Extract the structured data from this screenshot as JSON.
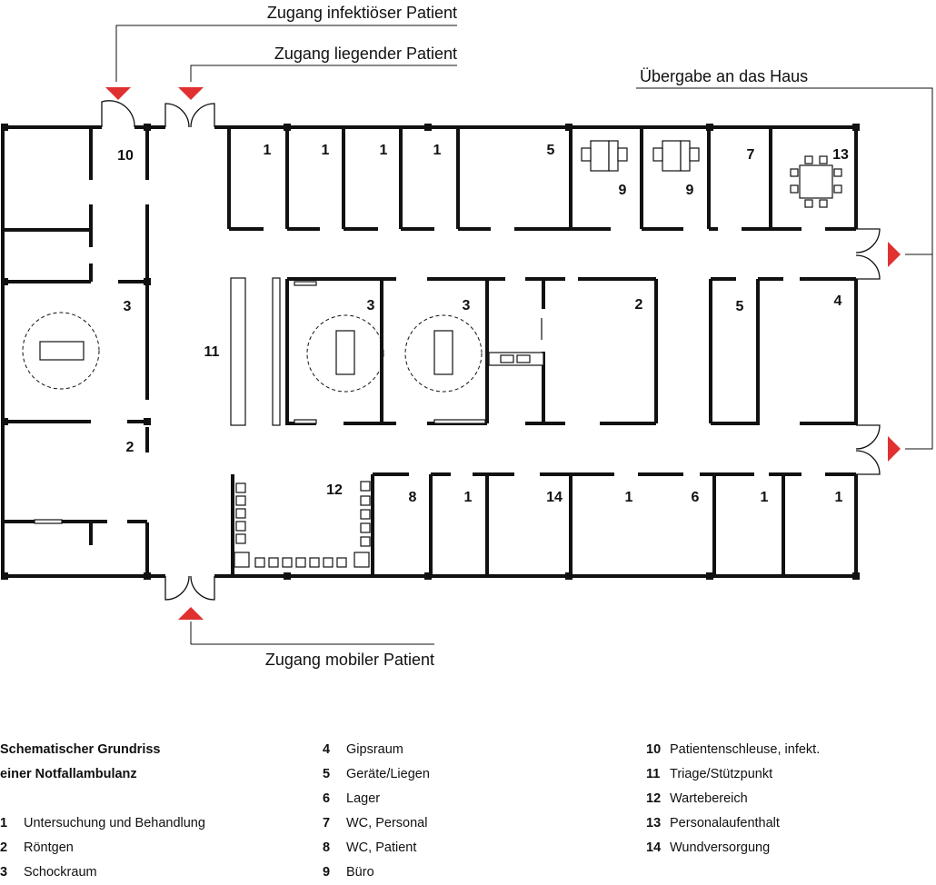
{
  "access_labels": {
    "infectious": "Zugang infektiöser Patient",
    "lying": "Zugang liegender Patient",
    "handover": "Übergabe an das Haus",
    "mobile": "Zugang mobiler Patient"
  },
  "room_numbers": {
    "r10": "10",
    "r3a": "3",
    "r2a": "2",
    "r11": "11",
    "r1a": "1",
    "r1b": "1",
    "r1c": "1",
    "r1d": "1",
    "r5a": "5",
    "r9a": "9",
    "r9b": "9",
    "r7": "7",
    "r13": "13",
    "r3b": "3",
    "r3c": "3",
    "r2b": "2",
    "r5b": "5",
    "r4": "4",
    "r12": "12",
    "r8": "8",
    "r1e": "1",
    "r14": "14",
    "r1f": "1",
    "r6": "6",
    "r1g": "1",
    "r1h": "1"
  },
  "legend": {
    "title_line1": "Schematischer Grundriss",
    "title_line2": "einer Notfallambulanz",
    "items": [
      {
        "num": "1",
        "label": "Untersuchung und Behandlung"
      },
      {
        "num": "2",
        "label": "Röntgen"
      },
      {
        "num": "3",
        "label": "Schockraum"
      },
      {
        "num": "4",
        "label": "Gipsraum"
      },
      {
        "num": "5",
        "label": "Geräte/Liegen"
      },
      {
        "num": "6",
        "label": "Lager"
      },
      {
        "num": "7",
        "label": "WC, Personal"
      },
      {
        "num": "8",
        "label": "WC, Patient"
      },
      {
        "num": "9",
        "label": "Büro"
      },
      {
        "num": "10",
        "label": "Patientenschleuse, infekt."
      },
      {
        "num": "11",
        "label": "Triage/Stützpunkt"
      },
      {
        "num": "12",
        "label": "Wartebereich"
      },
      {
        "num": "13",
        "label": "Personalaufenthalt"
      },
      {
        "num": "14",
        "label": "Wundversorgung"
      }
    ]
  },
  "colors": {
    "arrow": "#e03030",
    "wall": "#111111"
  }
}
